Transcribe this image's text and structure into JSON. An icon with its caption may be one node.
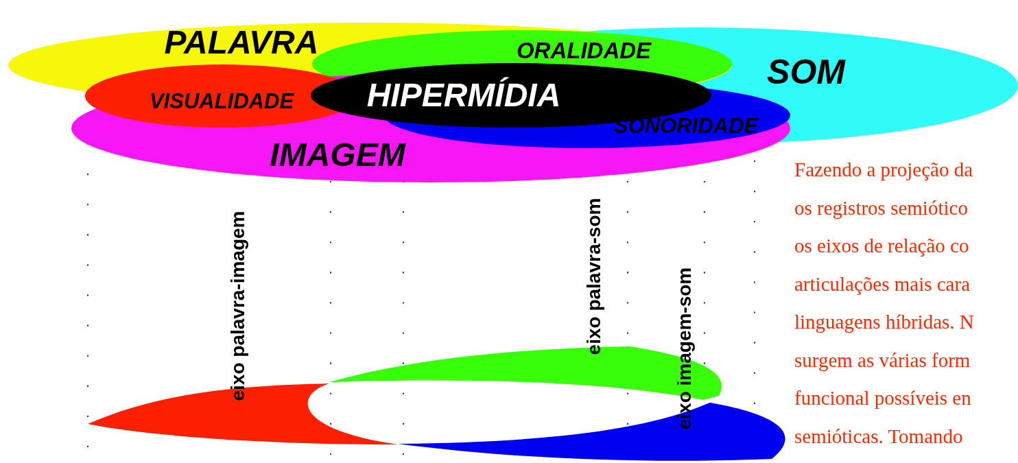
{
  "diagram": {
    "nodes": [
      {
        "text": [
          "SOM"
        ]
      },
      {
        "text": [
          "PALAVRA"
        ]
      },
      {
        "text": [
          "IMAGEM"
        ]
      },
      {
        "text": [
          "VISUALIDADE"
        ]
      },
      {
        "text": [
          "SONORIDADE"
        ]
      },
      {
        "text": [
          "ORALIDADE"
        ],
        "in": 1
      },
      {
        "text": [
          "HIPERMÍDIA"
        ]
      },
      {
        "text": [],
        "shape": "bar"
      },
      {
        "text": [],
        "shape": "bar"
      },
      {
        "text": [],
        "shape": "bar"
      }
    ],
    "labels": [
      "eixo palavra-imagem",
      "eixo palavra-som",
      "eixo imagem-som",
      "Fazendo a projeção da",
      "os registros semiótico",
      "os eixos de relação co",
      "articulações mais cara",
      "linguagens híbridas. N",
      "surgem as várias form",
      "funcional possíveis en",
      "semióticas. Tomando"
    ]
  }
}
